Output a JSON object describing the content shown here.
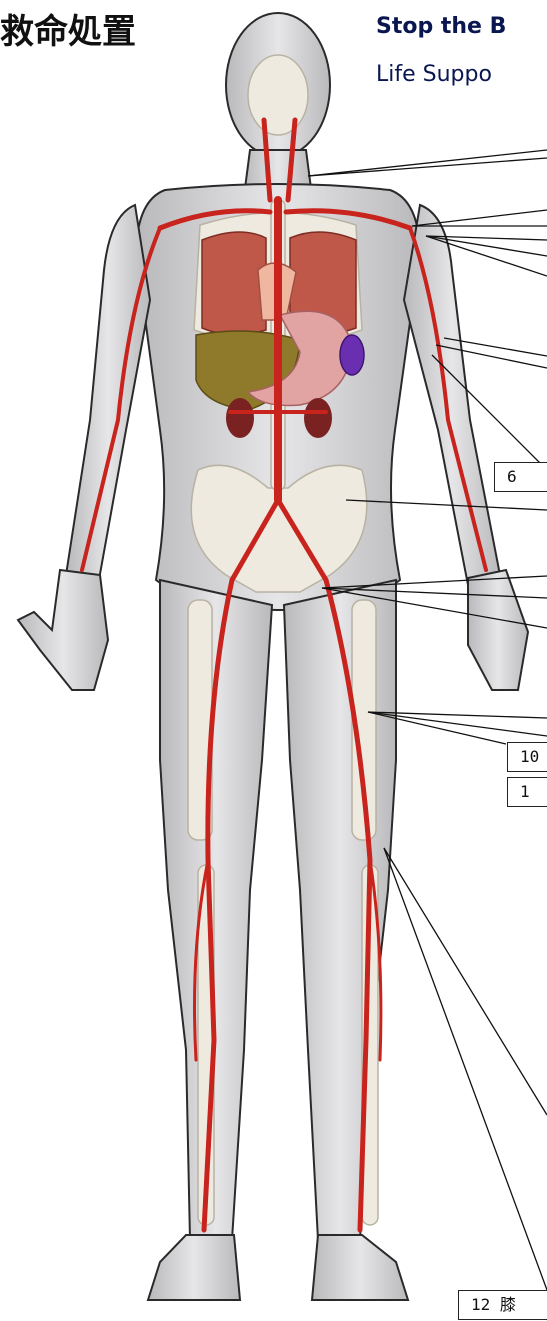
{
  "header": {
    "title_jp": "救命処置",
    "title_en": "Stop the B",
    "subtitle_en": "Life Suppo"
  },
  "labels": [
    {
      "text": "6  "
    },
    {
      "text": "10"
    },
    {
      "text": "1"
    },
    {
      "text": "12 膝"
    }
  ],
  "colors": {
    "artery": "#c8231c",
    "skin": "#d6d6d8",
    "bone": "#eeeae0",
    "lung": "#c0584a",
    "liver": "#8e7a2a",
    "stomach": "#e2a3a3",
    "spleen": "#6a2fb0",
    "kidney": "#7a2222"
  }
}
